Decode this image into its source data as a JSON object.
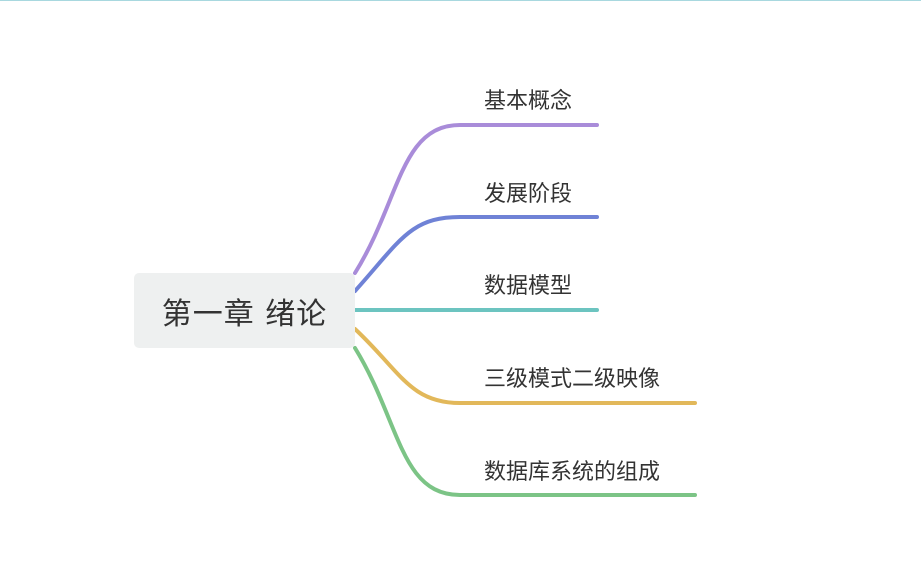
{
  "mindmap": {
    "root": {
      "label": "第一章 绪论"
    },
    "branches": [
      {
        "label": "基本概念",
        "color": "#a98cd9"
      },
      {
        "label": "发展阶段",
        "color": "#6f82d6"
      },
      {
        "label": "数据模型",
        "color": "#6cc4c0"
      },
      {
        "label": "三级模式二级映像",
        "color": "#e2b85a"
      },
      {
        "label": "数据库系统的组成",
        "color": "#7cc486"
      }
    ]
  }
}
